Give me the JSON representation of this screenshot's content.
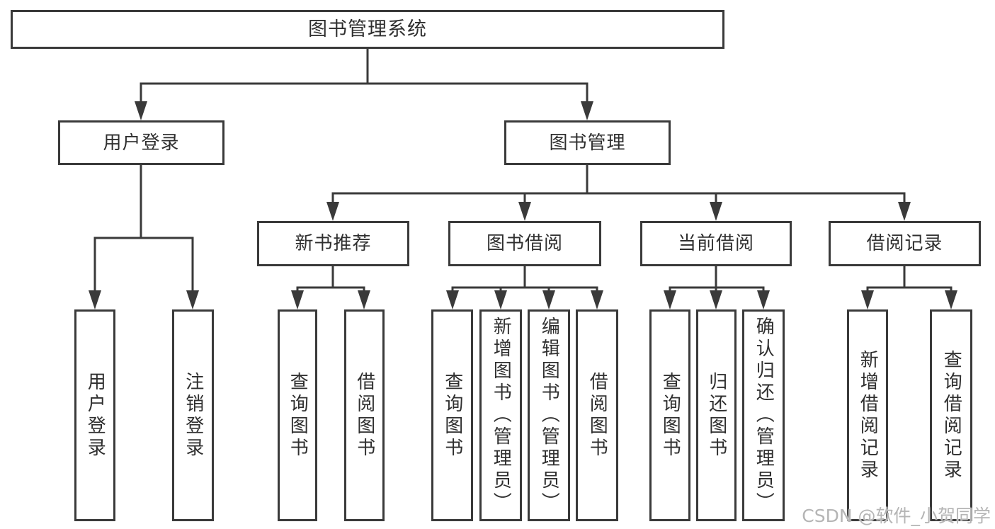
{
  "root": {
    "label": "图书管理系统"
  },
  "modules": [
    {
      "label": "用户登录",
      "children": [
        {
          "label": "用户登录"
        },
        {
          "label": "注销登录"
        }
      ]
    },
    {
      "label": "图书管理",
      "children": [
        {
          "label": "新书推荐",
          "children": [
            {
              "label": "查询图书"
            },
            {
              "label": "借阅图书"
            }
          ]
        },
        {
          "label": "图书借阅",
          "children": [
            {
              "label": "查询图书"
            },
            {
              "label": "新增图书（管理员）"
            },
            {
              "label": "编辑图书（管理员）"
            },
            {
              "label": "借阅图书"
            }
          ]
        },
        {
          "label": "当前借阅",
          "children": [
            {
              "label": "查询图书"
            },
            {
              "label": "归还图书"
            },
            {
              "label": "确认归还（管理员）"
            }
          ]
        },
        {
          "label": "借阅记录",
          "children": [
            {
              "label": "新增借阅记录"
            },
            {
              "label": "查询借阅记录"
            }
          ]
        }
      ]
    }
  ],
  "watermark": {
    "text": "CSDN @软件_小贺同学"
  },
  "colors": {
    "line": "#3a3a3a",
    "text": "#2f2f2f",
    "box-bg": "#ffffff",
    "watermark": "#b5b5b5",
    "page-bg": "#ffffff"
  }
}
